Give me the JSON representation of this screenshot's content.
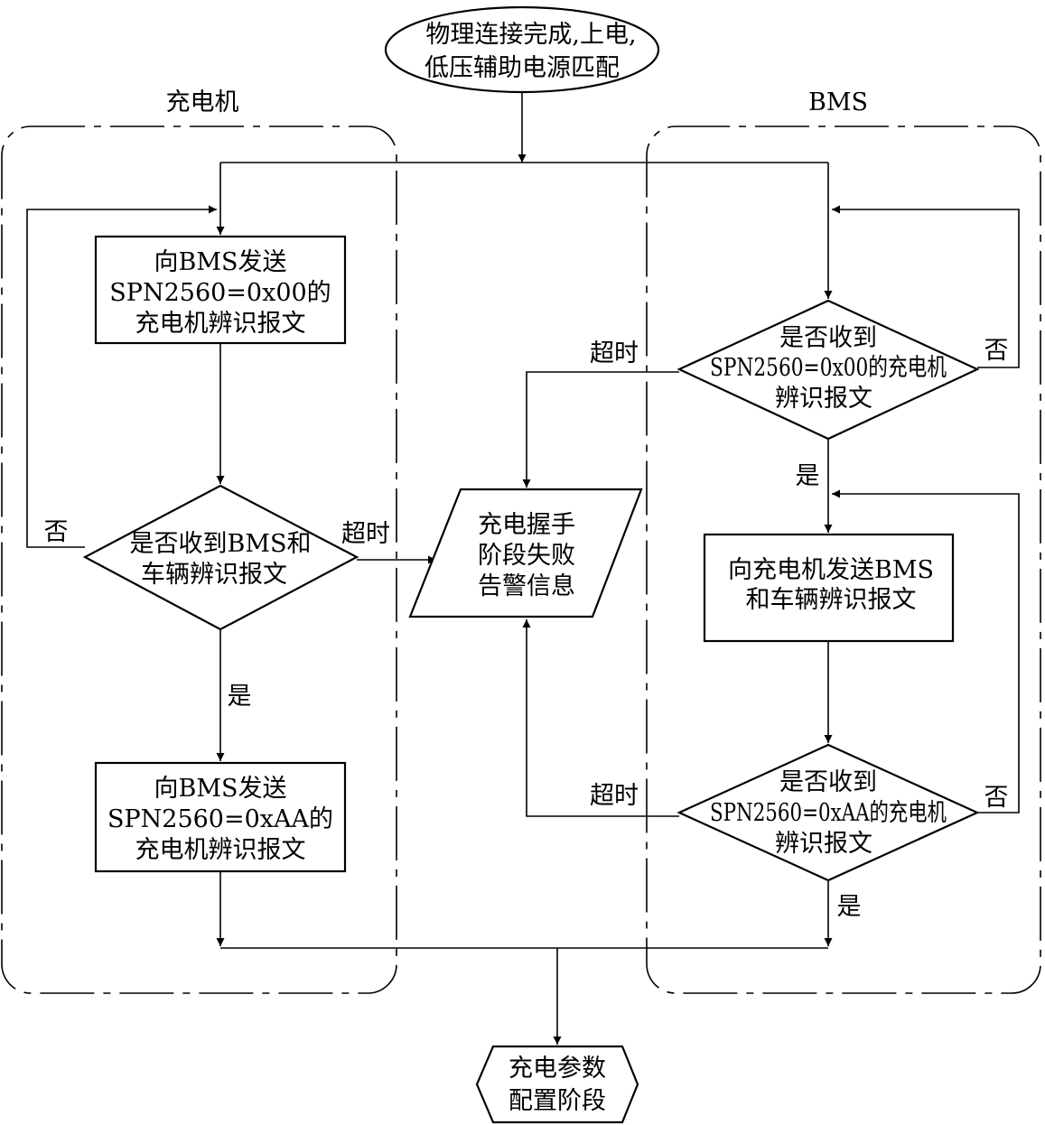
{
  "lanes": {
    "charger": "充电机",
    "bms": "BMS"
  },
  "nodes": {
    "start": [
      "物理连接完成,上电,",
      "低压辅助电源匹配"
    ],
    "charger_send_00": [
      "向BMS发送",
      "SPN2560=0x00的",
      "充电机辨识报文"
    ],
    "charger_decision": [
      "是否收到BMS和",
      "车辆辨识报文"
    ],
    "charger_send_aa": [
      "向BMS发送",
      "SPN2560=0xAA的",
      "充电机辨识报文"
    ],
    "failure": [
      "充电握手",
      "阶段失败",
      "告警信息"
    ],
    "bms_decision_00": [
      "是否收到",
      "SPN2560=0x00的充电机",
      "辨识报文"
    ],
    "bms_send": [
      "向充电机发送BMS",
      "和车辆辨识报文"
    ],
    "bms_decision_aa": [
      "是否收到",
      "SPN2560=0xAA的充电机",
      "辨识报文"
    ],
    "end": [
      "充电参数",
      "配置阶段"
    ]
  },
  "edge_labels": {
    "yes": "是",
    "no": "否",
    "timeout": "超时"
  }
}
